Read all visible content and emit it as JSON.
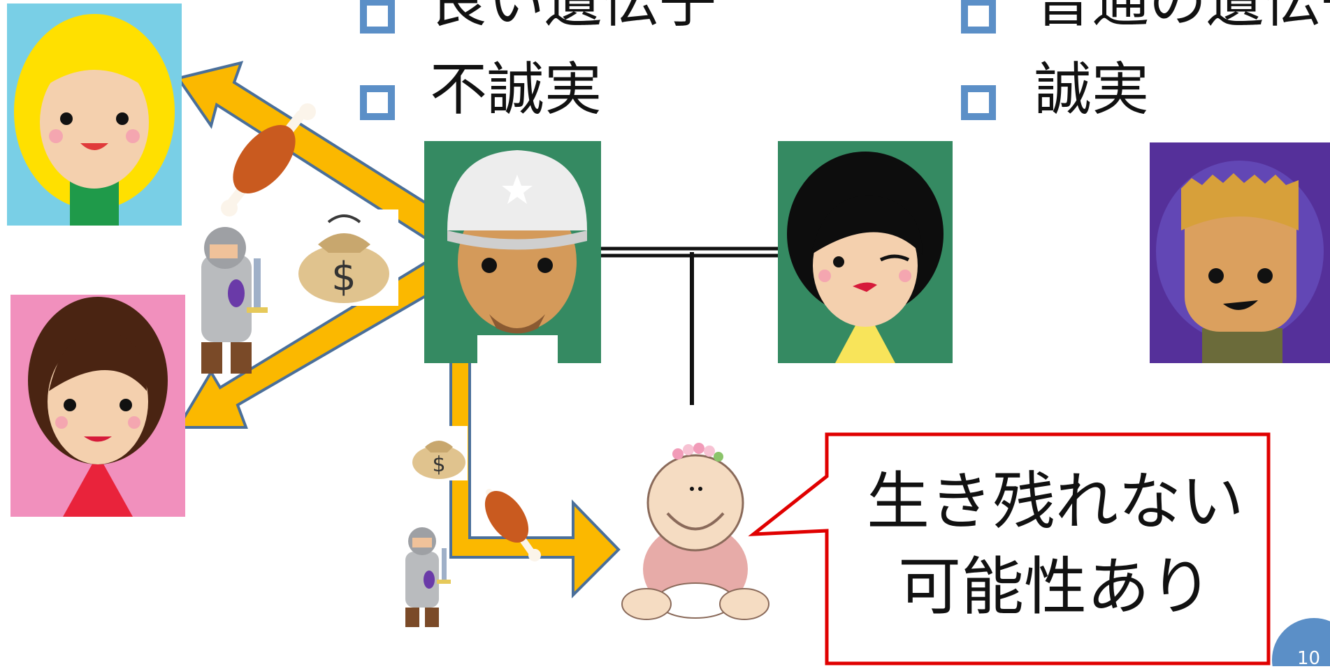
{
  "left_bullets": [
    "良い遺伝子",
    "不誠実"
  ],
  "right_bullets": [
    "普通の遺伝子",
    "誠実"
  ],
  "speech_bubble": {
    "lines": [
      "生き残れない",
      "可能性あり"
    ]
  },
  "page_number": "10",
  "colors": {
    "arrow_fill": "#fbb800",
    "arrow_outline": "#4a6f9a",
    "bullet_square": "#5b8fc7",
    "bubble_border": "#e00000",
    "tile_green": "#358a62",
    "tile_blue": "#79cfe6",
    "tile_pink": "#f190bd",
    "tile_purple": "#55309a"
  },
  "icons": [
    "blonde-woman-icon",
    "brunette-woman-icon",
    "man-cap-icon",
    "black-hair-woman-icon",
    "blond-man-icon",
    "baby-icon",
    "meat-icon",
    "money-bag-icon",
    "knight-icon"
  ]
}
